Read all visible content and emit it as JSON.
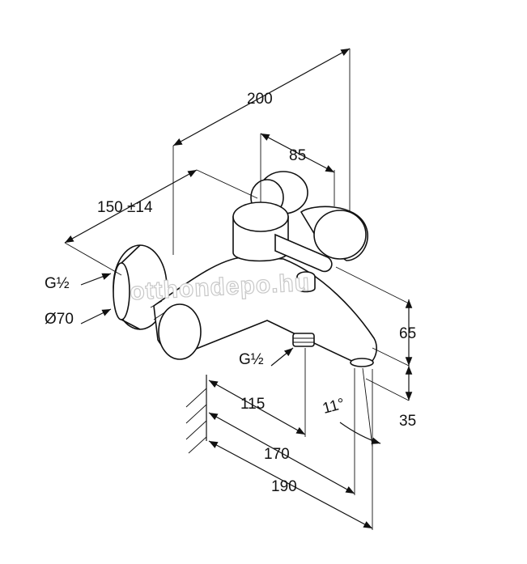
{
  "labels": {
    "width_total": "200",
    "handle_spacing": "85",
    "center_distance": "150 ±14",
    "inlet_thread": "G½",
    "rosette_diameter": "Ø70",
    "outlet_thread": "G½",
    "height_upper": "65",
    "height_lower": "35",
    "outlet_offset": "115",
    "spout_length": "170",
    "total_depth": "190",
    "spout_angle": "11°"
  },
  "watermark": "otthondepo.hu"
}
